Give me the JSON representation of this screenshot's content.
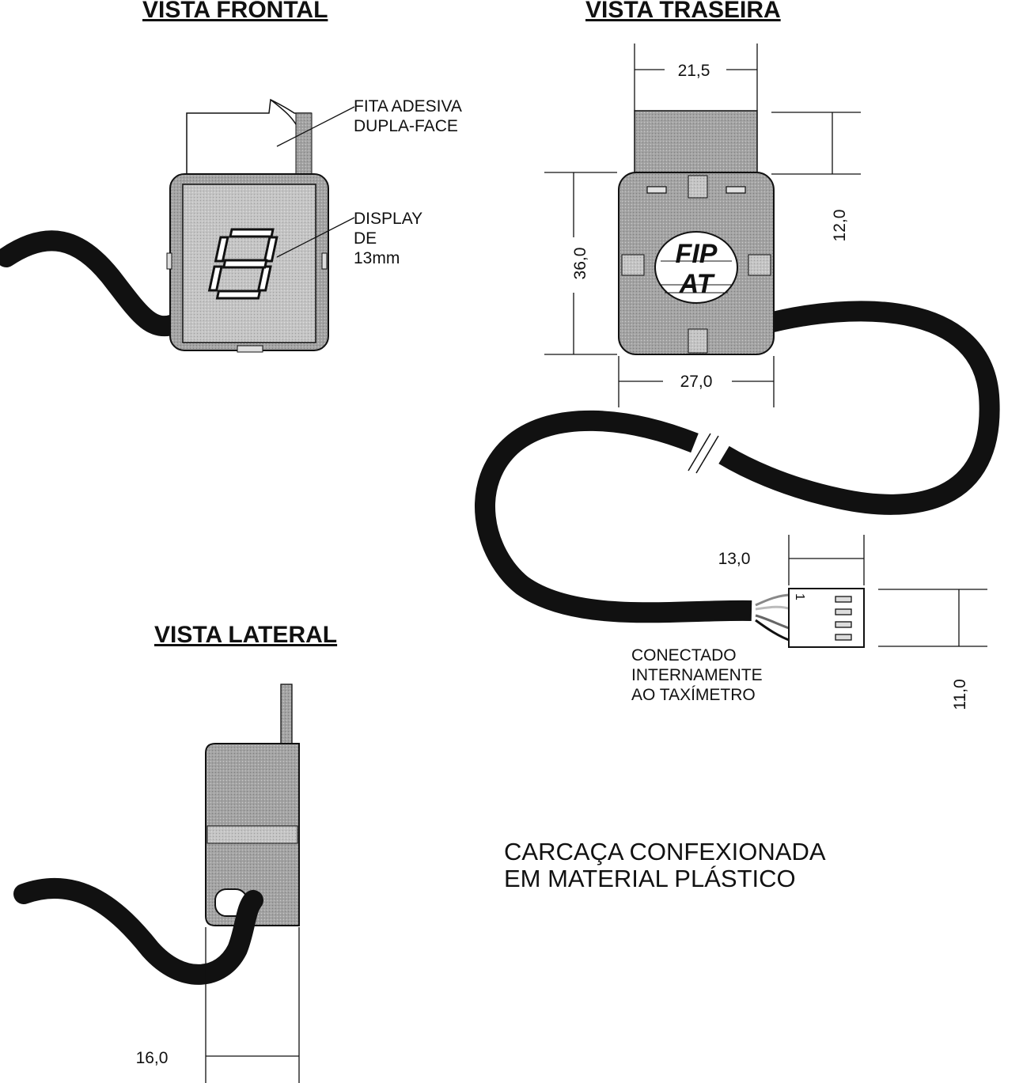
{
  "views": {
    "front_title": "VISTA FRONTAL",
    "rear_title": "VISTA TRASEIRA",
    "side_title": "VISTA LATERAL"
  },
  "front": {
    "tape_label_line1": "FITA ADESIVA",
    "tape_label_line2": "DUPLA-FACE",
    "display_label_line1": "DISPLAY",
    "display_label_line2": "DE",
    "display_label_line3": "13mm"
  },
  "rear": {
    "dim_tab_width": "21,5",
    "dim_tab_height": "12,0",
    "dim_body_height": "36,0",
    "dim_body_width": "27,0",
    "dim_connector_width": "13,0",
    "dim_connector_height": "11,0",
    "connector_pin_label": "1",
    "connector_note_line1": "CONECTADO",
    "connector_note_line2": "INTERNAMENTE",
    "connector_note_line3": "AO TAXÍMETRO",
    "logo_text_top": "FIP",
    "logo_text_bottom": "AT"
  },
  "side": {
    "dim_depth": "16,0"
  },
  "material_note_line1": "CARCAÇA CONFEXIONADA",
  "material_note_line2": "EM MATERIAL PLÁSTICO",
  "colors": {
    "body_fill": "#9a9a9a",
    "body_fill_light": "#c8c8c8",
    "cable": "#111111",
    "line": "#111111"
  }
}
